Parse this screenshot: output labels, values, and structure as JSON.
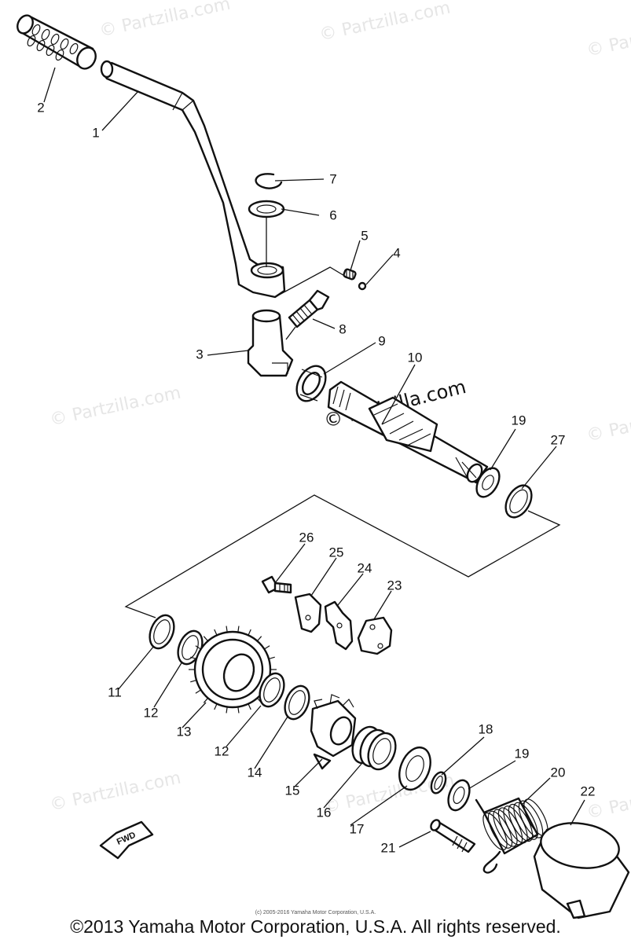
{
  "watermark": "© Partzilla.com",
  "callouts": [
    "1",
    "2",
    "3",
    "4",
    "5",
    "6",
    "7",
    "8",
    "9",
    "10",
    "11",
    "12",
    "12",
    "13",
    "14",
    "15",
    "16",
    "17",
    "18",
    "19",
    "19",
    "20",
    "21",
    "22",
    "23",
    "24",
    "25",
    "26",
    "27"
  ],
  "direction_badge": "FWD",
  "footer": {
    "small": "(c) 2005-2016 Yamaha Motor Corporation, U.S.A.",
    "copyright": "©2013 Yamaha Motor Corporation, U.S.A. All rights reserved."
  }
}
